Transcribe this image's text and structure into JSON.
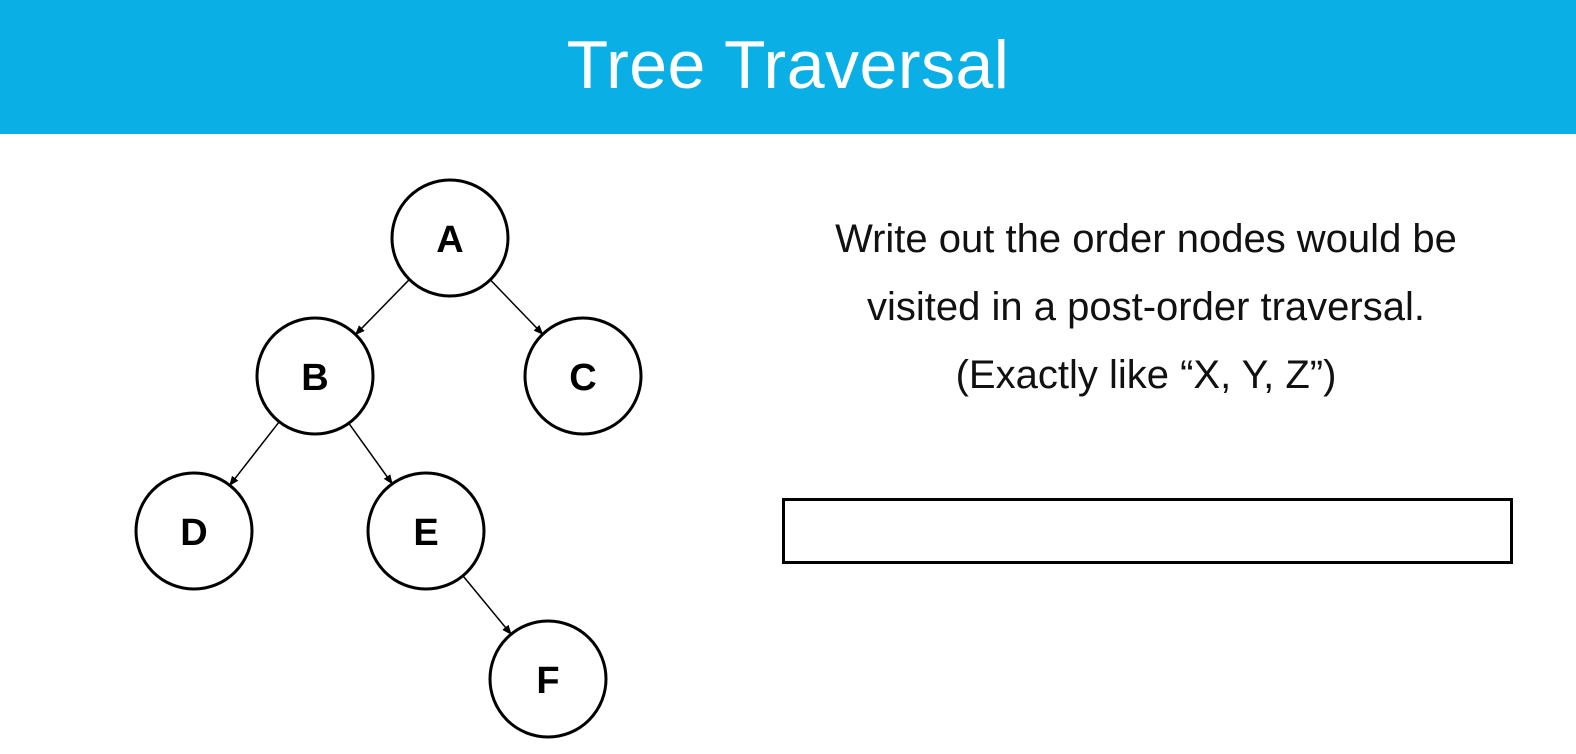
{
  "header": {
    "title": "Tree Traversal",
    "background_color": "#0aafe6"
  },
  "tree": {
    "nodes": [
      {
        "id": "A",
        "label": "A"
      },
      {
        "id": "B",
        "label": "B"
      },
      {
        "id": "C",
        "label": "C"
      },
      {
        "id": "D",
        "label": "D"
      },
      {
        "id": "E",
        "label": "E"
      },
      {
        "id": "F",
        "label": "F"
      }
    ],
    "edges": [
      {
        "from": "A",
        "to": "B"
      },
      {
        "from": "A",
        "to": "C"
      },
      {
        "from": "B",
        "to": "D"
      },
      {
        "from": "B",
        "to": "E"
      },
      {
        "from": "E",
        "to": "F"
      }
    ]
  },
  "question": {
    "line1": "Write out the order nodes would be",
    "line2": "visited in a post-order traversal.",
    "line3": "(Exactly like “X, Y, Z”)"
  },
  "answer": {
    "value": "",
    "placeholder": ""
  }
}
